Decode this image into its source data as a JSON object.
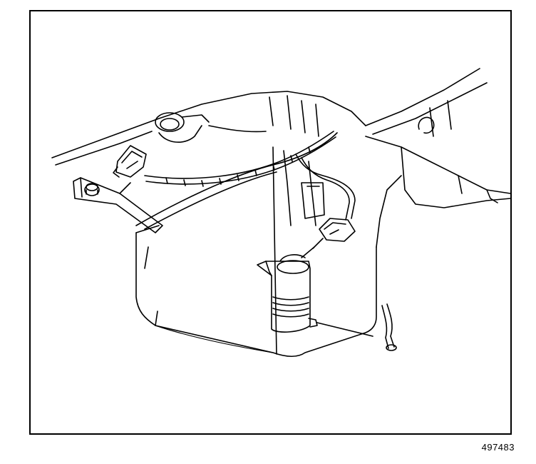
{
  "figure": {
    "number": "497483",
    "subject": "washer-reservoir-assembly",
    "parts": [
      "reservoir-tank",
      "washer-pump",
      "wiring-harness",
      "pump-connector",
      "harness-connector",
      "mounting-bolt",
      "fill-neck",
      "washer-hose",
      "body-panel"
    ]
  },
  "colors": {
    "line": "#000000",
    "background": "#ffffff"
  }
}
